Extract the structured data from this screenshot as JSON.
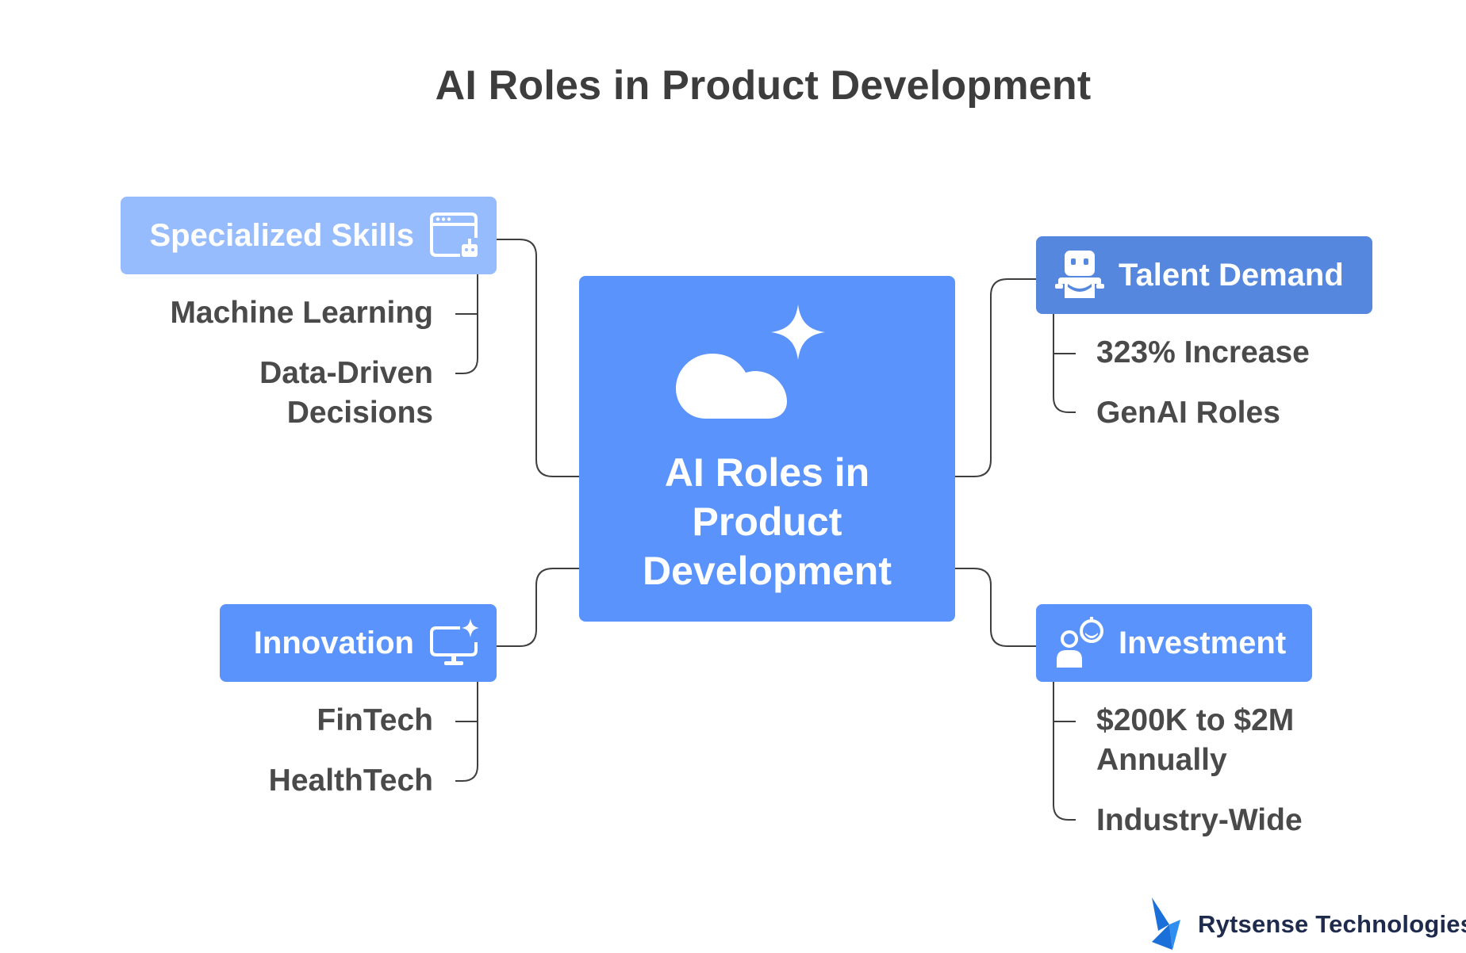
{
  "title": "AI Roles in Product Development",
  "center": {
    "lines": [
      "AI Roles in",
      "Product",
      "Development"
    ],
    "icon": "cloud-sparkle-icon"
  },
  "branches": {
    "specialized_skills": {
      "label": "Specialized Skills",
      "icon": "browser-robot-icon",
      "color": "#97bcfd",
      "items": [
        {
          "lines": [
            "Machine Learning"
          ]
        },
        {
          "lines": [
            "Data-Driven",
            "Decisions"
          ]
        }
      ]
    },
    "talent_demand": {
      "label": "Talent Demand",
      "icon": "robot-icon",
      "color": "#5487dd",
      "items": [
        {
          "lines": [
            "323% Increase"
          ]
        },
        {
          "lines": [
            "GenAI Roles"
          ]
        }
      ]
    },
    "innovation": {
      "label": "Innovation",
      "icon": "monitor-sparkle-icon",
      "color": "#5a93fb",
      "items": [
        {
          "lines": [
            "FinTech"
          ]
        },
        {
          "lines": [
            "HealthTech"
          ]
        }
      ]
    },
    "investment": {
      "label": "Investment",
      "icon": "person-gear-icon",
      "color": "#5a93fb",
      "items": [
        {
          "lines": [
            "$200K to $2M",
            "Annually"
          ]
        },
        {
          "lines": [
            "Industry-Wide"
          ]
        }
      ]
    }
  },
  "logo": {
    "text": "Rytsense Technologies",
    "icon": "rytsense-logo-icon",
    "color": "#1b6fd8"
  },
  "colors": {
    "center": "#5a93fb",
    "connector": "#3f3f3f",
    "text": "#4a4a4a"
  }
}
